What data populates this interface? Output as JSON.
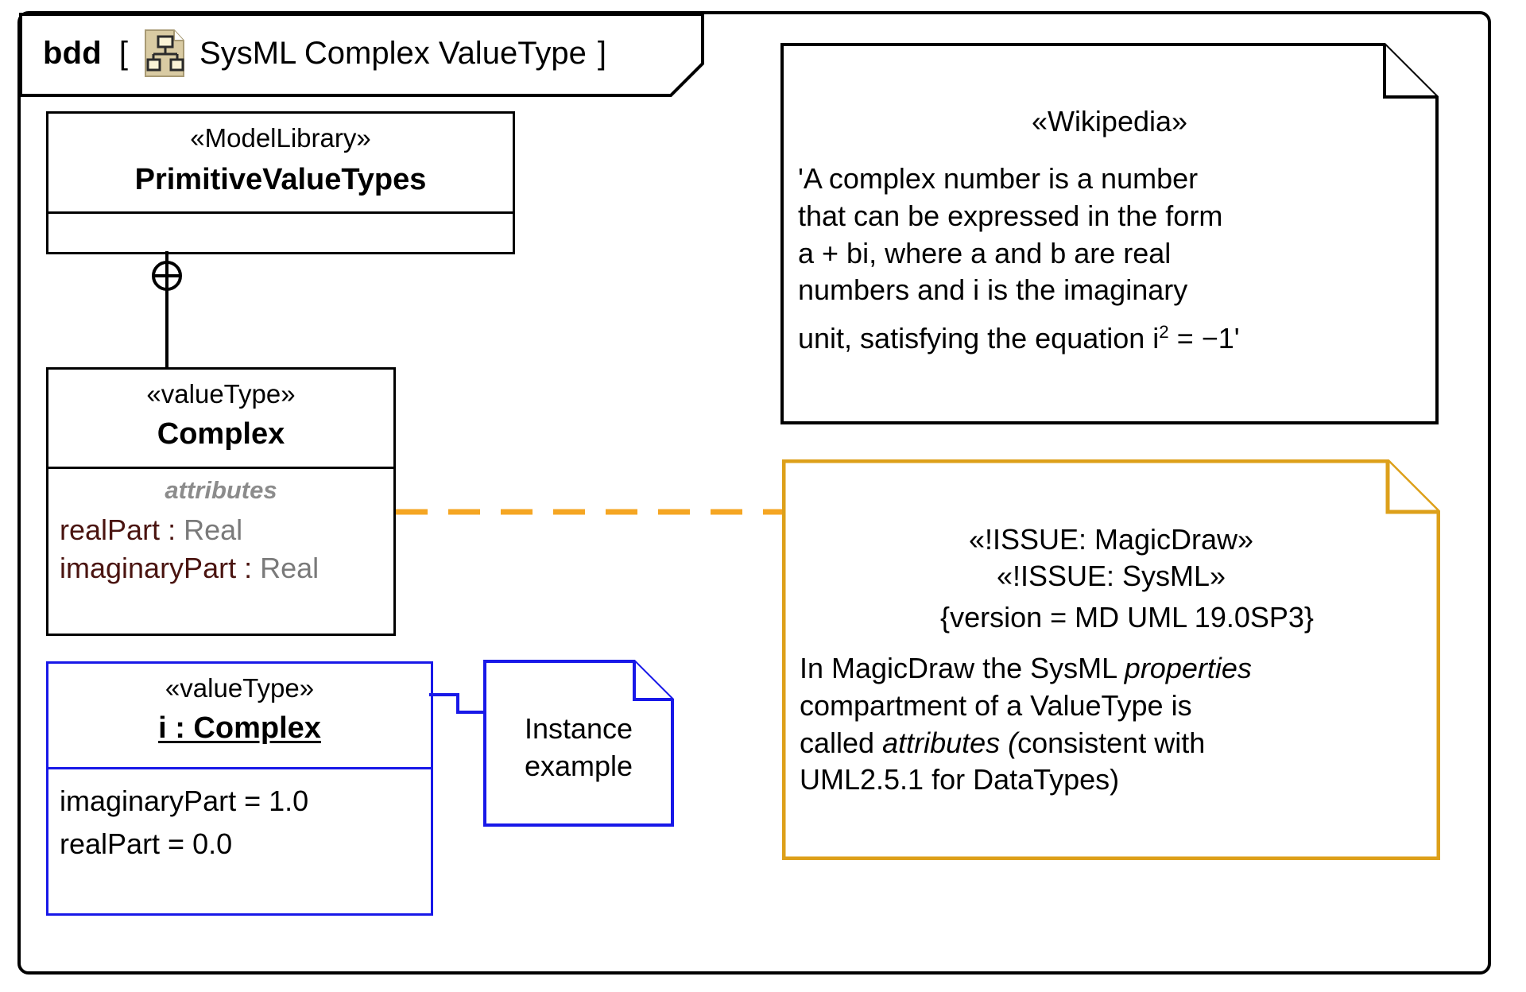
{
  "diagram": {
    "kind": "bdd",
    "bracket_open": "[",
    "bracket_close": "]",
    "title": "SysML Complex ValueType",
    "icon": "block-definition-diagram-icon"
  },
  "colors": {
    "frame": "#000000",
    "instance_blue": "#1818E8",
    "issue_amber": "#DDA01A",
    "dashed_orange": "#F5A623",
    "property_name": "#4A1410",
    "property_type": "#7A7A7A",
    "compartment_label": "#8C8C8C",
    "icon_fill": "#D9CBA3",
    "icon_node": "#FAF3D6"
  },
  "blocks": {
    "library": {
      "stereotype": "«ModelLibrary»",
      "name": "PrimitiveValueTypes",
      "compartment_empty": ""
    },
    "complex": {
      "stereotype": "«valueType»",
      "name": "Complex",
      "compartment_label": "attributes",
      "attributes": [
        {
          "name": "realPart",
          "colon": " : ",
          "type": "Real"
        },
        {
          "name": "imaginaryPart",
          "colon": " : ",
          "type": "Real"
        }
      ]
    },
    "instance": {
      "stereotype": "«valueType»",
      "name": "i : Complex",
      "slots": [
        "imaginaryPart = 1.0",
        "realPart = 0.0"
      ]
    }
  },
  "notes": {
    "instance_example": {
      "line1": "Instance",
      "line2": "example"
    },
    "wikipedia": {
      "stereotype": "«Wikipedia»",
      "lines": [
        "'A complex number is a number",
        "that can be expressed in the form",
        "a + bi, where a and b are real",
        "numbers and i is the imaginary"
      ],
      "equation_prefix": "unit, satisfying the equation i",
      "equation_sup": "2",
      "equation_suffix": " = −1'"
    },
    "issue": {
      "stereotype_1": "«!ISSUE: MagicDraw»",
      "stereotype_2": "«!ISSUE: SysML»",
      "version": "{version = MD UML 19.0SP3}",
      "body_1a": "In MagicDraw the SysML ",
      "body_1i": "properties",
      "body_2": "compartment of a ValueType is",
      "body_3a": "called ",
      "body_3i": "attributes (",
      "body_3b": "consistent with",
      "body_4": "UML2.5.1 for DataTypes)"
    }
  }
}
